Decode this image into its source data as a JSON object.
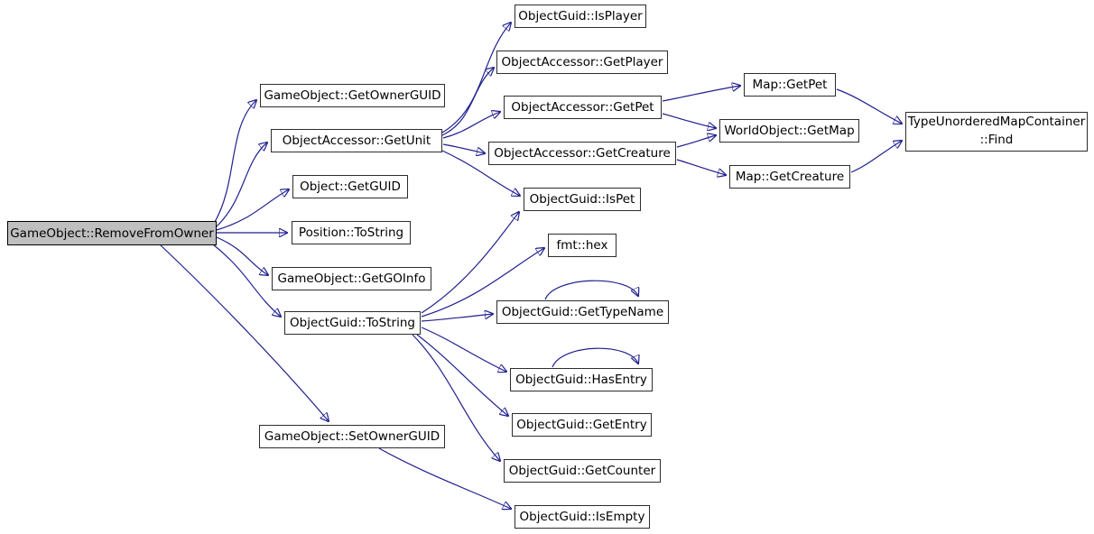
{
  "diagram": {
    "type": "call-graph",
    "colors": {
      "edge": "#1f1f8f",
      "node_fill": "#ffffff",
      "node_border": "#2d2d2d",
      "root_fill": "#bfbfbf"
    },
    "nodes": [
      {
        "id": "remove-from-owner",
        "label": "GameObject::RemoveFromOwner",
        "role": "root"
      },
      {
        "id": "get-owner-guid",
        "label": "GameObject::GetOwnerGUID"
      },
      {
        "id": "get-unit",
        "label": "ObjectAccessor::GetUnit"
      },
      {
        "id": "get-guid",
        "label": "Object::GetGUID"
      },
      {
        "id": "position-to-string",
        "label": "Position::ToString"
      },
      {
        "id": "get-go-info",
        "label": "GameObject::GetGOInfo"
      },
      {
        "id": "guid-to-string",
        "label": "ObjectGuid::ToString"
      },
      {
        "id": "set-owner-guid",
        "label": "GameObject::SetOwnerGUID"
      },
      {
        "id": "is-player",
        "label": "ObjectGuid::IsPlayer"
      },
      {
        "id": "get-player",
        "label": "ObjectAccessor::GetPlayer"
      },
      {
        "id": "get-pet",
        "label": "ObjectAccessor::GetPet"
      },
      {
        "id": "get-creature",
        "label": "ObjectAccessor::GetCreature"
      },
      {
        "id": "is-pet",
        "label": "ObjectGuid::IsPet"
      },
      {
        "id": "fmt-hex",
        "label": "fmt::hex"
      },
      {
        "id": "get-type-name",
        "label": "ObjectGuid::GetTypeName"
      },
      {
        "id": "has-entry",
        "label": "ObjectGuid::HasEntry"
      },
      {
        "id": "get-entry",
        "label": "ObjectGuid::GetEntry"
      },
      {
        "id": "get-counter",
        "label": "ObjectGuid::GetCounter"
      },
      {
        "id": "is-empty",
        "label": "ObjectGuid::IsEmpty"
      },
      {
        "id": "map-get-pet",
        "label": "Map::GetPet"
      },
      {
        "id": "world-object-get-map",
        "label": "WorldObject::GetMap"
      },
      {
        "id": "map-get-creature",
        "label": "Map::GetCreature"
      },
      {
        "id": "type-unordered-map-container-find",
        "label": "TypeUnorderedMapContainer\n::Find"
      }
    ],
    "edges": [
      {
        "from": "remove-from-owner",
        "to": "get-owner-guid"
      },
      {
        "from": "remove-from-owner",
        "to": "get-unit"
      },
      {
        "from": "remove-from-owner",
        "to": "get-guid"
      },
      {
        "from": "remove-from-owner",
        "to": "position-to-string"
      },
      {
        "from": "remove-from-owner",
        "to": "get-go-info"
      },
      {
        "from": "remove-from-owner",
        "to": "guid-to-string"
      },
      {
        "from": "remove-from-owner",
        "to": "set-owner-guid"
      },
      {
        "from": "get-unit",
        "to": "is-player"
      },
      {
        "from": "get-unit",
        "to": "get-player"
      },
      {
        "from": "get-unit",
        "to": "get-pet"
      },
      {
        "from": "get-unit",
        "to": "get-creature"
      },
      {
        "from": "get-unit",
        "to": "is-pet"
      },
      {
        "from": "get-pet",
        "to": "map-get-pet"
      },
      {
        "from": "get-pet",
        "to": "world-object-get-map"
      },
      {
        "from": "get-creature",
        "to": "world-object-get-map"
      },
      {
        "from": "get-creature",
        "to": "map-get-creature"
      },
      {
        "from": "map-get-pet",
        "to": "type-unordered-map-container-find"
      },
      {
        "from": "map-get-creature",
        "to": "type-unordered-map-container-find"
      },
      {
        "from": "guid-to-string",
        "to": "is-pet"
      },
      {
        "from": "guid-to-string",
        "to": "fmt-hex"
      },
      {
        "from": "guid-to-string",
        "to": "get-type-name"
      },
      {
        "from": "guid-to-string",
        "to": "has-entry"
      },
      {
        "from": "guid-to-string",
        "to": "get-entry"
      },
      {
        "from": "guid-to-string",
        "to": "get-counter"
      },
      {
        "from": "get-type-name",
        "to": "get-type-name"
      },
      {
        "from": "has-entry",
        "to": "has-entry"
      },
      {
        "from": "set-owner-guid",
        "to": "is-empty"
      }
    ]
  }
}
